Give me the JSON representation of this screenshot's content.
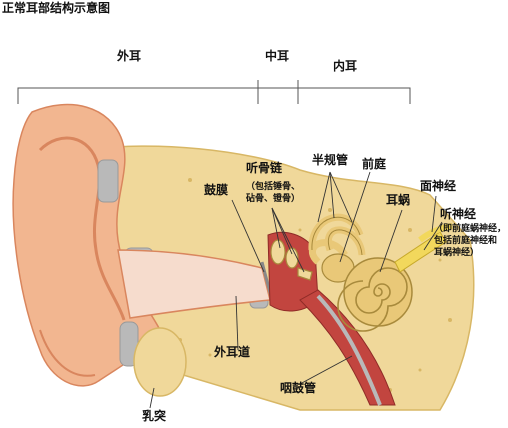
{
  "title": "正常耳部结构示意图",
  "sections": {
    "outer": "外耳",
    "middle": "中耳",
    "inner": "内耳"
  },
  "labels": {
    "ossicles": "听骨链",
    "ossicles_note_1": "（包括锤骨、",
    "ossicles_note_2": "砧骨、镫骨）",
    "canals": "半规管",
    "vestibule": "前庭",
    "eardrum": "鼓膜",
    "cochlea": "耳蜗",
    "facial_nerve": "面神经",
    "auditory_nerve": "听神经",
    "nerve_note_1": "（即前庭蜗神经，",
    "nerve_note_2": "包括前庭神经和",
    "nerve_note_3": "耳蜗神经）",
    "ear_canal": "外耳道",
    "eustachian": "咽鼓管",
    "mastoid": "乳突"
  },
  "colors": {
    "skin": "#f2b690",
    "skin_dark": "#d9865e",
    "bone": "#f0d89a",
    "bone_dark": "#d8b765",
    "gray": "#b9b9b9",
    "canal": "#f6dccd",
    "red": "#c2453f",
    "cochlea": "#e9c878",
    "nerve": "#f2d85c"
  }
}
